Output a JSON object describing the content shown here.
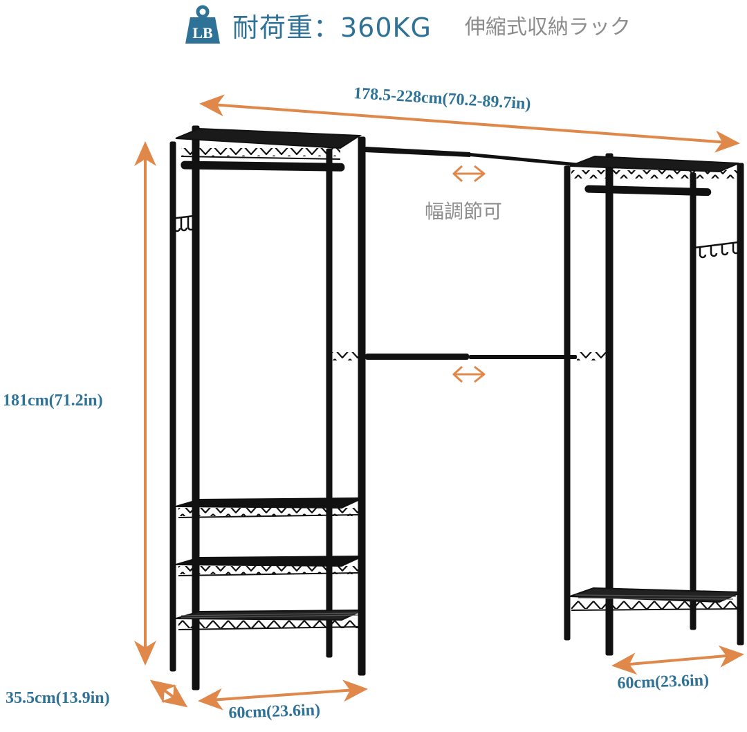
{
  "header": {
    "icon": "weight-lb-icon",
    "icon_text": "LB",
    "load_capacity_label": "耐荷重：360KG",
    "product_type": "伸縮式収納ラック"
  },
  "dimensions": {
    "width_range": "178.5-228cm(70.2-89.7in)",
    "height": "181cm(71.2in)",
    "depth": "35.5cm(13.9in)",
    "left_unit_width": "60cm(23.6in)",
    "right_unit_width": "60cm(23.6in)"
  },
  "annotations": {
    "adjustable_width": "幅調節可",
    "adjust_icon": "expand-horizontal-icon"
  },
  "colors": {
    "text_blue": "#2e7297",
    "arrow_orange": "#e0874a",
    "note_gray": "#8c8c8c",
    "rack_black": "#111111"
  },
  "product": {
    "left_unit": {
      "top_shelf": true,
      "hanging_rod": true,
      "side_hooks": 3,
      "lower_shelves": 3
    },
    "right_unit": {
      "top_shelf": true,
      "hanging_rod": true,
      "side_hooks": 4,
      "lower_shelves": 1
    },
    "telescopic_rods": 2
  }
}
